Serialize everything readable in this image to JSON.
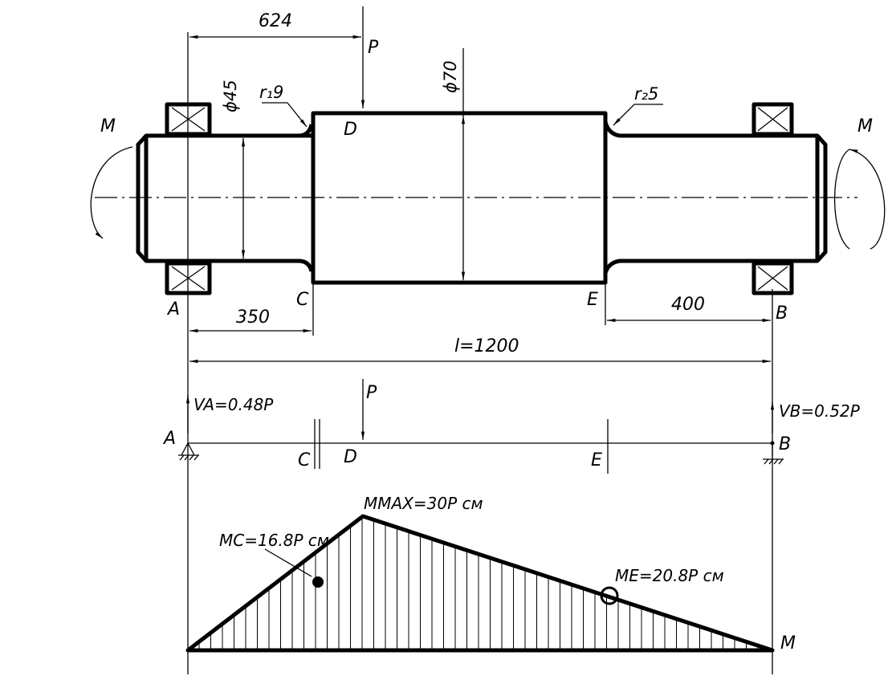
{
  "labels": {
    "dim_624": "624",
    "dim_350": "350",
    "dim_400": "400",
    "dim_l": "l=1200",
    "dia_45": "ϕ45",
    "dia_70": "ϕ70",
    "radius_1": "r₁9",
    "radius_2": "r₂5",
    "load_p": "P",
    "moment_left": "M",
    "moment_right": "M",
    "pt_a": "A",
    "pt_b": "B",
    "pt_c": "C",
    "pt_d": "D",
    "pt_e": "E"
  },
  "beam": {
    "load_p": "P",
    "reaction_a": "VA=0.48P",
    "reaction_b": "VB=0.52P",
    "pt_a": "A",
    "pt_b": "B",
    "pt_c": "C",
    "pt_d": "D",
    "pt_e": "E"
  },
  "moment_diagram": {
    "m_max": "MMAX=30P см",
    "m_c": "MC=16.8P см",
    "m_e": "ME=20.8P см",
    "axis_label": "M"
  }
}
